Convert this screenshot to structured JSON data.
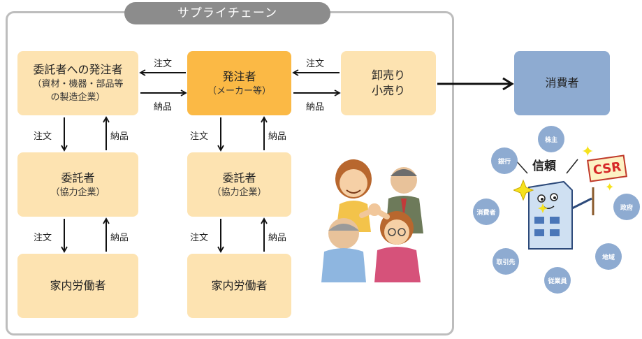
{
  "title": "サプライチェーン",
  "boxes": {
    "client": {
      "line1": "委託者への発注者",
      "line2": "（資材・機器・部品等",
      "line3": "の製造企業）"
    },
    "maker": {
      "line1": "発注者",
      "line2": "（メーカー等）"
    },
    "retail": {
      "line1": "卸売り",
      "line2": "小売り"
    },
    "consumer": {
      "line1": "消費者"
    },
    "sub_left": {
      "line1": "委託者",
      "line2": "（協力企業）"
    },
    "sub_mid": {
      "line1": "委託者",
      "line2": "（協力企業）"
    },
    "home_left": {
      "line1": "家内労働者"
    },
    "home_mid": {
      "line1": "家内労働者"
    }
  },
  "labels": {
    "order": "注文",
    "delivery": "納品"
  },
  "stakeholders": {
    "center_label": "信頼",
    "csr_sign": "CSR",
    "items": [
      "株主",
      "銀行",
      "政府",
      "消費者",
      "地域",
      "取引先",
      "従業員"
    ]
  },
  "colors": {
    "box_light": "#fde3b1",
    "box_main": "#fbb945",
    "box_consumer": "#8eabd1",
    "frame": "#bdbdbd",
    "title_pill": "#8c8c8c"
  }
}
